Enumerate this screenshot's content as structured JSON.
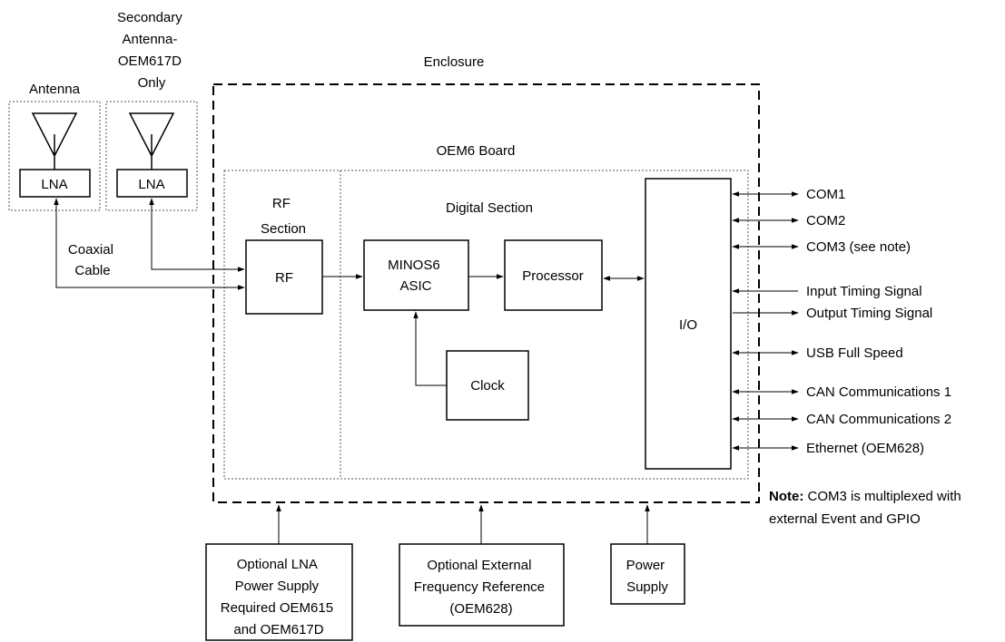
{
  "antenna_box": {
    "title": "Antenna",
    "lna_label": "LNA"
  },
  "secondary_antenna_box": {
    "title_lines": [
      "Secondary",
      "Antenna-",
      "OEM617D",
      "Only"
    ],
    "lna_label": "LNA"
  },
  "enclosure": {
    "label": "Enclosure"
  },
  "board": {
    "label": "OEM6 Board"
  },
  "coaxial_cable": {
    "lines": [
      "Coaxial",
      "Cable"
    ]
  },
  "rf_section": {
    "label_lines": [
      "RF",
      "Section"
    ],
    "rf_block": "RF"
  },
  "digital_section": {
    "label": "Digital Section",
    "minos_lines": [
      "MINOS6",
      "ASIC"
    ],
    "processor": "Processor",
    "clock": "Clock",
    "io": "I/O"
  },
  "io_signals": [
    "COM1",
    "COM2",
    "COM3 (see note)",
    "Input Timing Signal",
    "Output Timing Signal",
    "USB Full Speed",
    "CAN Communications 1",
    "CAN Communications 2",
    "Ethernet (OEM628)"
  ],
  "note": {
    "bold": "Note:",
    "line1": " COM3 is multiplexed with",
    "line2": "external Event and GPIO"
  },
  "bottom_boxes": {
    "lna_power": [
      "Optional LNA",
      "Power Supply",
      "Required OEM615",
      "and OEM617D"
    ],
    "ext_ref": [
      "Optional External",
      "Frequency Reference",
      "(OEM628)"
    ],
    "power_supply": [
      "Power",
      "Supply"
    ]
  }
}
